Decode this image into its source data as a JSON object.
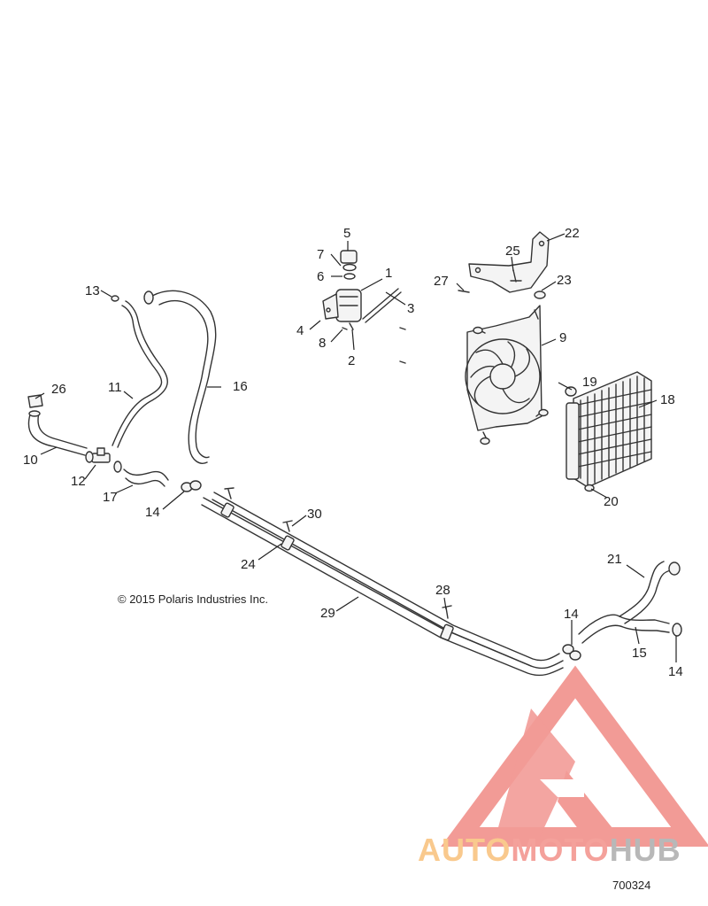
{
  "copyright": "© 2015 Polaris Industries Inc.",
  "diagram_id": "700324",
  "watermark": {
    "brand_auto": "AUTO",
    "brand_moto": "MOTO",
    "brand_hub": "HUB",
    "color_auto": "#f9c98d",
    "color_moto": "#f4a19b",
    "color_hub": "#b8b8b8",
    "logo_color": "#f08a84"
  },
  "callouts": {
    "c1": "1",
    "c2": "2",
    "c3": "3",
    "c4": "4",
    "c5": "5",
    "c6": "6",
    "c7": "7",
    "c8": "8",
    "c9": "9",
    "c10": "10",
    "c11": "11",
    "c12": "12",
    "c13": "13",
    "c14a": "14",
    "c14b": "14",
    "c14c": "14",
    "c15": "15",
    "c16": "16",
    "c17": "17",
    "c18": "18",
    "c19": "19",
    "c20": "20",
    "c21": "21",
    "c22": "22",
    "c23": "23",
    "c24": "24",
    "c25": "25",
    "c26": "26",
    "c27": "27",
    "c28": "28",
    "c29": "29",
    "c30": "30"
  }
}
